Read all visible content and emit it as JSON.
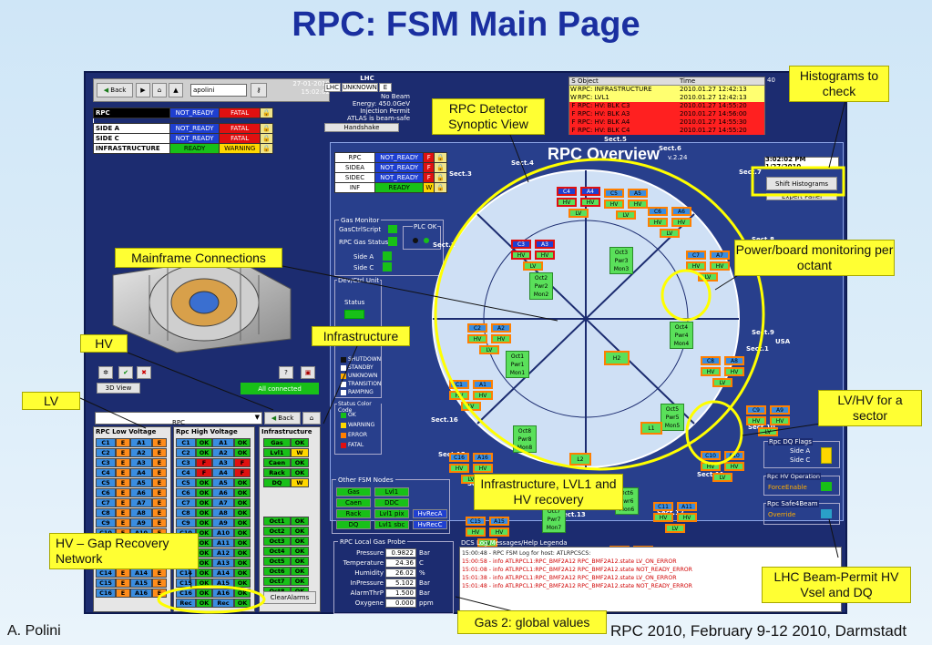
{
  "slide": {
    "title": "RPC: FSM Main Page",
    "author": "A. Polini",
    "event": "RPC 2010, February 9-12 2010, Darmstadt"
  },
  "nav": {
    "back": "Back",
    "user": "apolini",
    "date": "27-01-2010",
    "time": "15:02:02"
  },
  "states": [
    {
      "name": "RPC",
      "state": "NOT_READY",
      "status": "FATAL"
    },
    {
      "name": "SIDE A",
      "state": "NOT_READY",
      "status": "FATAL"
    },
    {
      "name": "SIDE C",
      "state": "NOT_READY",
      "status": "FATAL"
    },
    {
      "name": "INFRASTRUCTURE",
      "state": "READY",
      "status": "WARNING"
    }
  ],
  "lhc": {
    "title": "LHC",
    "tab1": "LHC",
    "tab2": "UNKNOWN",
    "tab3": "E",
    "line1": "No Beam",
    "line2": "Energy: 450.0GeV",
    "line3": "Injection Permit",
    "line4": "ATLAS is beam-safe",
    "handshake": "Handshake"
  },
  "alarms": {
    "col_s": "S",
    "col_object": "Object",
    "col_time": "Time",
    "count": "40",
    "rows": [
      {
        "s": "W",
        "obj": "RPC: INFRASTRUCTURE",
        "time": "2010.01.27 12:42:13",
        "color": "#ffff70"
      },
      {
        "s": "W",
        "obj": "RPC: LVL1",
        "time": "2010.01.27 12:42:13",
        "color": "#ffff70"
      },
      {
        "s": "F",
        "obj": "RPC: HV: BLK C3",
        "time": "2010.01.27 14:55:20",
        "color": "#ff2020"
      },
      {
        "s": "F",
        "obj": "RPC: HV: BLK A3",
        "time": "2010.01.27 14:56:00",
        "color": "#ff2020"
      },
      {
        "s": "F",
        "obj": "RPC: HV: BLK A4",
        "time": "2010.01.27 14:55:30",
        "color": "#ff2020"
      },
      {
        "s": "F",
        "obj": "RPC: HV: BLK C4",
        "time": "2010.01.27 14:55:20",
        "color": "#ff2020"
      }
    ]
  },
  "overview": {
    "title": "RPC Overview",
    "version": "v.2.24",
    "clock": "3:02:02 PM 1/27/2010",
    "shift_hist": "Shift Histograms",
    "expert": "Expert Panel",
    "rows": [
      {
        "name": "RPC",
        "state": "NOT_READY",
        "st": "F"
      },
      {
        "name": "SIDEA",
        "state": "NOT_READY",
        "st": "F"
      },
      {
        "name": "SIDEC",
        "state": "NOT_READY",
        "st": "F"
      },
      {
        "name": "INF",
        "state": "READY",
        "st": "W"
      }
    ],
    "gas_monitor": "Gas Monitor",
    "gas_ctrl": "GasCtrlScript",
    "plc": "PLC OK",
    "rpc_gas": "RPC Gas Status",
    "side_a": "Side A",
    "side_c": "Side C",
    "dev_ctrl": "Dev/Ctrl Unit",
    "status": "Status",
    "legend_title": "Status Color Code",
    "state_legend": [
      "SHUTDOWN",
      "STANDBY",
      "UNKNOWN",
      "TRANSITION",
      "RAMPING"
    ],
    "color_legend": [
      "OK",
      "WARNING",
      "ERROR",
      "FATAL"
    ],
    "usa": "USA",
    "l1": "L1",
    "l2": "L2",
    "h2": "H2",
    "sectors": [
      "Sect.1",
      "Sect.2",
      "Sect.3",
      "Sect.4",
      "Sect.5",
      "Sect.6",
      "Sect.7",
      "Sect.8",
      "Sect.9",
      "Sect.10",
      "Sect.11",
      "Sect.12",
      "Sect.13",
      "Sect.14",
      "Sect.15",
      "Sect.16"
    ]
  },
  "dq": {
    "flags": "Rpc DQ Flags",
    "side_a": "Side A",
    "side_c": "Side C",
    "hv_op": "Rpc HV Operation",
    "force": "ForceEnable",
    "safe": "Rpc Safe4Beam",
    "override": "Override"
  },
  "fsm": {
    "title": "Other FSM Nodes",
    "nodes": [
      [
        "Gas",
        "Lvl1"
      ],
      [
        "Caen",
        "DDC"
      ],
      [
        "Rack",
        "Lvl1 pix",
        "HvRecA"
      ],
      [
        "DQ",
        "Lvl1 sbc",
        "HvRecC"
      ]
    ]
  },
  "logs": {
    "title": "DCS Log Messages/Help Legenda",
    "lines": [
      "15:00:48 - RPC FSM Log for host: ATLRPCSCS:",
      "15:00:58 - info ATLRPCL1:RPC_BMF2A12 RPC_BMF2A12.state LV_ON_ERROR",
      "15:01:08 - info ATLRPCL1:RPC_BMF2A12 RPC_BMF2A12.state NOT_READY_ERROR",
      "15:01:38 - info ATLRPCL1:RPC_BMF2A12 RPC_BMF2A12.state LV_ON_ERROR",
      "15:01:48 - info ATLRPCL1:RPC_BMF2A12 RPC_BMF2A12.state NOT_READY_ERROR"
    ]
  },
  "gas": {
    "title": "RPC Local Gas Probe",
    "rows": [
      {
        "label": "Pressure",
        "value": "0.9822",
        "unit": "Bar"
      },
      {
        "label": "Temperature",
        "value": "24.36",
        "unit": "C"
      },
      {
        "label": "Humidity",
        "value": "26.02",
        "unit": "%"
      },
      {
        "label": "InPressure",
        "value": "5.102",
        "unit": "Bar"
      },
      {
        "label": "AlarmThrP",
        "value": "1.500",
        "unit": "Bar"
      },
      {
        "label": "Oxygene",
        "value": "0.000",
        "unit": "ppm"
      }
    ]
  },
  "tree": {
    "view3d": "3D View",
    "connected": "All connected",
    "selector": "RPC",
    "back": "Back",
    "lv_title": "RPC Low Voltage",
    "hv_title": "Rpc High Voltage",
    "inf_title": "Infrastructure",
    "inf_rows": [
      [
        "Gas",
        "OK"
      ],
      [
        "Lvl1",
        "W"
      ],
      [
        "Caen",
        "OK"
      ],
      [
        "Rack",
        "OK"
      ],
      [
        "DQ",
        "W"
      ]
    ],
    "oct_rows": [
      [
        "Oct1",
        "OK"
      ],
      [
        "Oct2",
        "OK"
      ],
      [
        "Oct3",
        "OK"
      ],
      [
        "Oct4",
        "OK"
      ],
      [
        "Oct5",
        "OK"
      ],
      [
        "Oct6",
        "OK"
      ],
      [
        "Oct7",
        "OK"
      ],
      [
        "Oct8",
        "OK"
      ]
    ],
    "clear": "ClearAlarms",
    "rec": "Rec",
    "ok": "OK"
  },
  "callouts": {
    "histograms": "Histograms to check",
    "synoptic": "RPC Detector Synoptic View",
    "mainframe": "Mainframe Connections",
    "power": "Power/board monitoring per octant",
    "infra": "Infrastructure",
    "hv": "HV",
    "lv": "LV",
    "lvhv": "LV/HV for a sector",
    "recovery": "Infrastructure, LVL1 and HV recovery",
    "gaprec": "HV – Gap Recovery Network",
    "beam": "LHC Beam-Permit HV Vsel and DQ",
    "gas2": "Gas 2: global values"
  }
}
